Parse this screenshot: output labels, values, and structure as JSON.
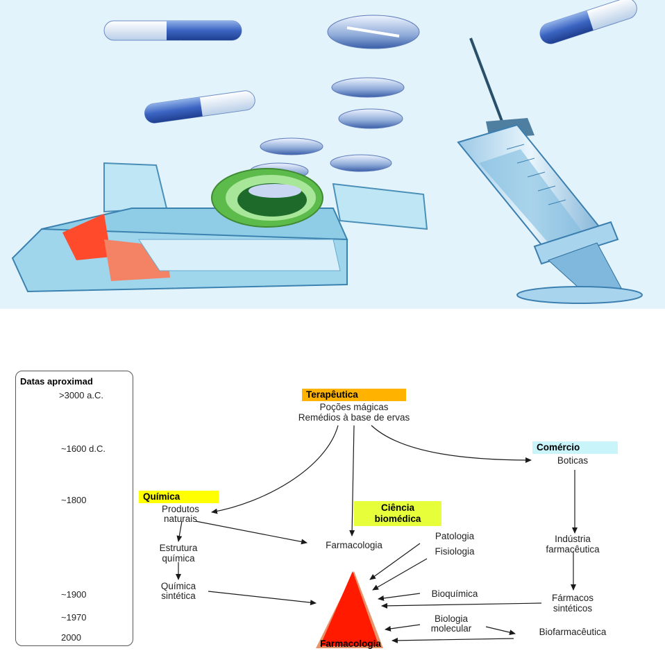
{
  "colors": {
    "illustration_bg": "#e3f3fb",
    "terapeutica_tag": "#ffb300",
    "quimica_tag": "#ffff00",
    "comercio_tag": "#c8f4fa",
    "ciencia_tag": "#e6ff3a",
    "pyramid_fill": "#ff1a00",
    "pyramid_edge": "#e8926a"
  },
  "illustration": {
    "items": [
      "capsule",
      "capsule",
      "capsule",
      "tablet",
      "tablet",
      "tablet",
      "tablet",
      "tablet",
      "tablet",
      "blister-pack",
      "syringe"
    ]
  },
  "timeline": {
    "header": "Datas aproximad",
    "dates": [
      ">3000 a.C.",
      "~1600 d.C.",
      "~1800",
      "~1900",
      "~1970",
      "2000"
    ]
  },
  "terapeutica": {
    "tag": "Terapêutica",
    "line1": "Poções mágicas",
    "line2": "Remédios à base de ervas"
  },
  "comercio": {
    "tag": "Comércio",
    "boticas": "Boticas",
    "industria_1": "Indústria",
    "industria_2": "farmacêutica",
    "farmacos_1": "Fármacos",
    "farmacos_2": "sintéticos",
    "biofarmaceutica": "Biofarmacêutica"
  },
  "quimica": {
    "tag": "Química",
    "produtos_1": "Produtos",
    "produtos_2": "naturais",
    "estrutura_1": "Estrutura",
    "estrutura_2": "química",
    "sintetica_1": "Química",
    "sintetica_2": "sintética"
  },
  "ciencia": {
    "tag_1": "Ciência",
    "tag_2": "biomédica",
    "farmacologia": "Farmacologia",
    "patologia": "Patologia",
    "fisiologia": "Fisiologia",
    "bioquimica": "Bioquímica",
    "biologia_1": "Biologia",
    "biologia_2": "molecular"
  },
  "result": {
    "label": "Farmacologia"
  }
}
